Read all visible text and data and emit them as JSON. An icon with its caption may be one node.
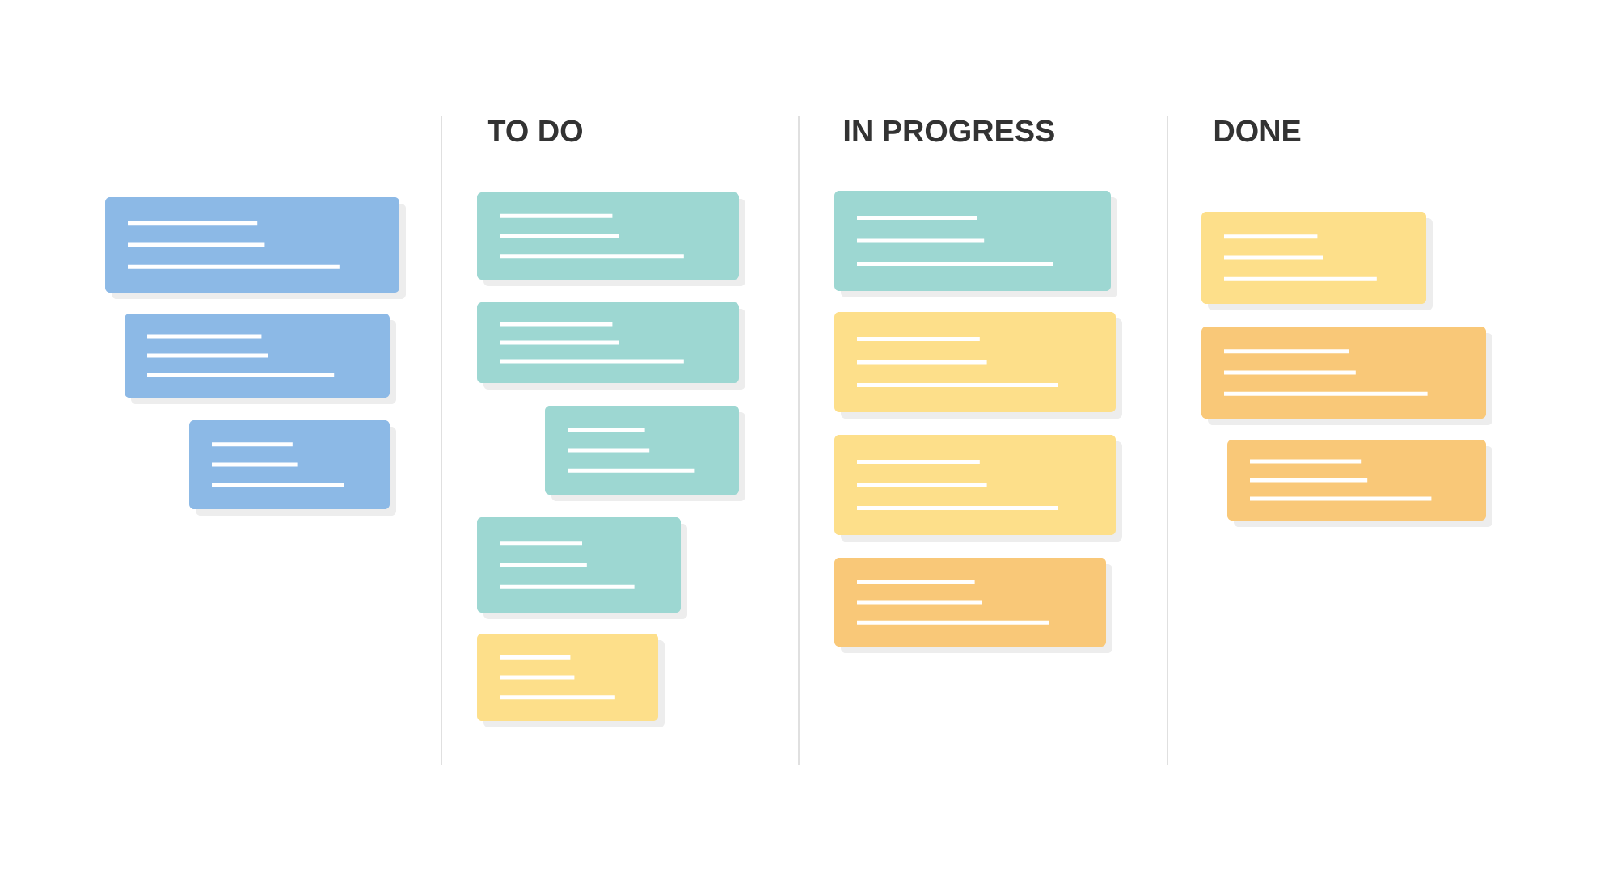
{
  "diagram": {
    "nodes": [
      {
        "text": [],
        "shape": "box"
      },
      {
        "text": [],
        "shape": "box"
      },
      {
        "text": [],
        "shape": "box"
      },
      {
        "text": [],
        "shape": "box"
      },
      {
        "text": [],
        "shape": "box"
      },
      {
        "text": [],
        "shape": "box"
      },
      {
        "text": [],
        "shape": "box"
      },
      {
        "text": [],
        "shape": "box"
      },
      {
        "text": [],
        "shape": "box"
      },
      {
        "text": [],
        "shape": "box"
      },
      {
        "text": [],
        "shape": "box"
      },
      {
        "text": [],
        "shape": "box"
      },
      {
        "text": [],
        "shape": "box"
      },
      {
        "text": [],
        "shape": "box"
      },
      {
        "text": [],
        "shape": "box"
      }
    ],
    "labels": [
      "TO DO",
      "IN PROGRESS",
      "DONE"
    ]
  }
}
